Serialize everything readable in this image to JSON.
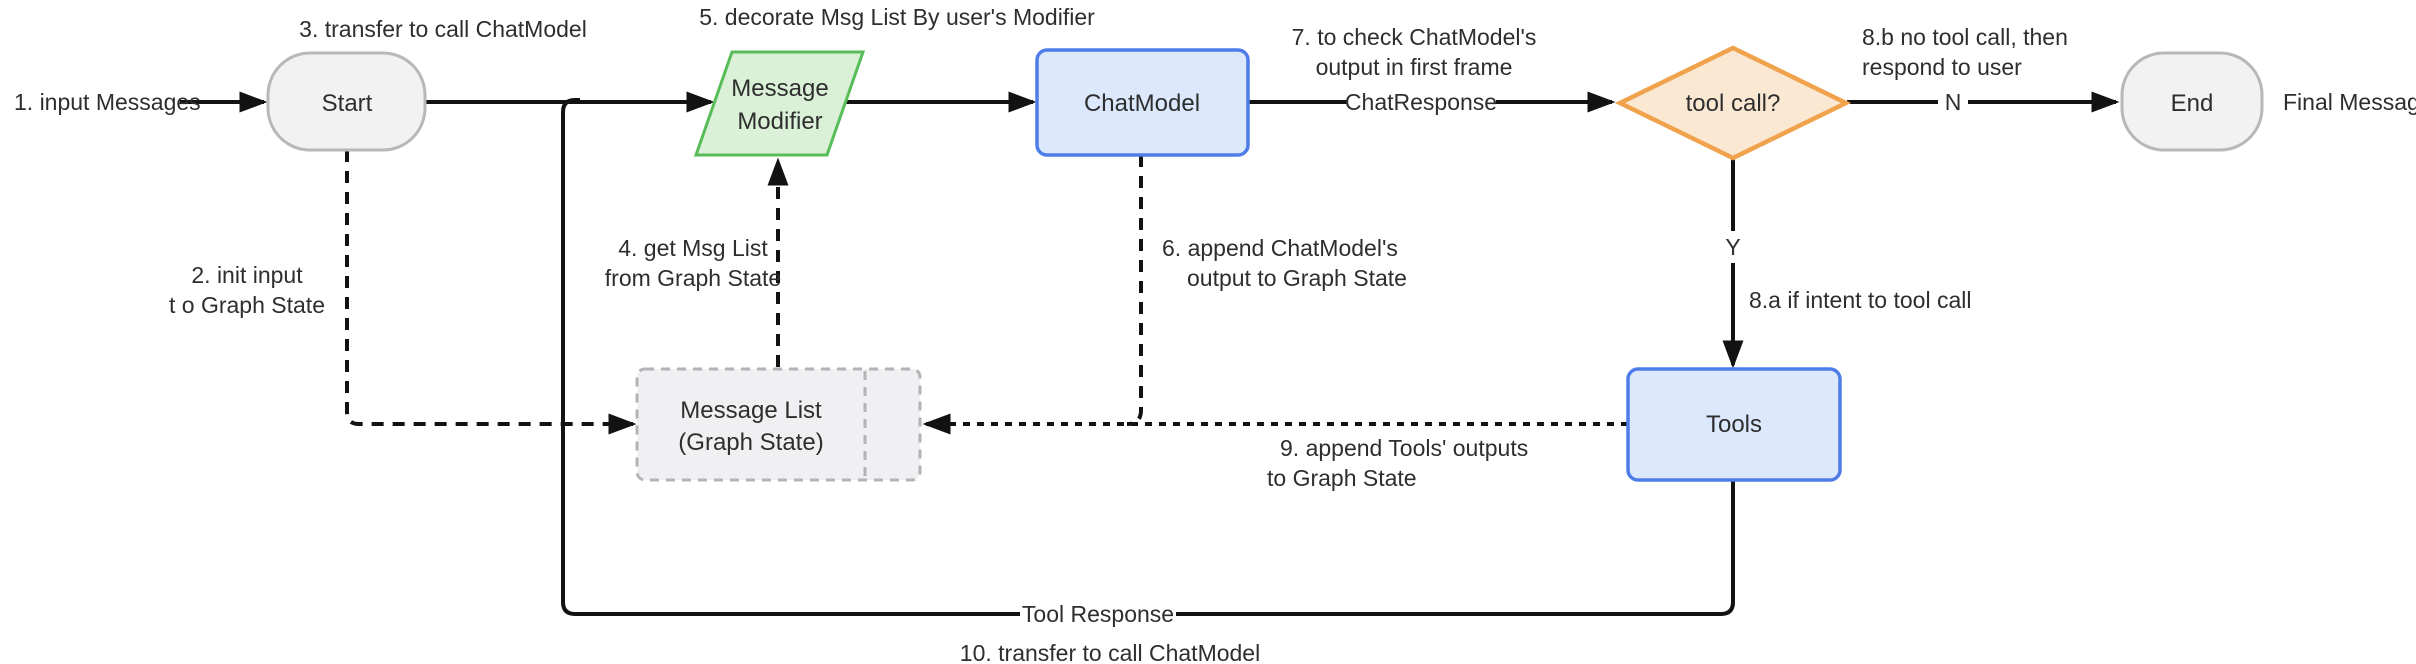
{
  "diagram": {
    "nodes": {
      "start": {
        "label": "Start"
      },
      "message_modifier": {
        "line1": "Message",
        "line2": "Modifier"
      },
      "chat_model": {
        "label": "ChatModel"
      },
      "tool_call_decision": {
        "label": "tool call?"
      },
      "end": {
        "label": "End"
      },
      "message_list": {
        "line1": "Message List",
        "line2": "(Graph State)"
      },
      "tools": {
        "label": "Tools"
      }
    },
    "labels": {
      "input_messages": "1. input Messages",
      "init_input_line1": "2. init input",
      "init_input_line2": "t o Graph State",
      "transfer_call": "3. transfer to call ChatModel",
      "get_msg_line1": "4. get Msg List",
      "get_msg_line2": "from Graph State",
      "decorate": "5. decorate Msg List By user's Modifier",
      "append_chatmodel_line1": "6. append ChatModel's",
      "append_chatmodel_line2": "output to Graph State",
      "check_line1": "7. to check ChatModel's",
      "check_line2": "output in first frame",
      "chat_response": "ChatResponse",
      "if_intent_tool_call": "8.a if intent to tool call",
      "no_tool_call_line1": "8.b no tool call, then",
      "no_tool_call_line2": "respond to user",
      "yes": "Y",
      "no": "N",
      "append_tools_line1": "9. append Tools' outputs",
      "append_tools_line2": "to Graph State",
      "tool_response": "Tool Response",
      "transfer_call_2": "10. transfer to  call ChatModel",
      "final_message": "Final Message"
    },
    "colors": {
      "node_gray_fill": "#f2f2f2",
      "node_gray_border": "#b8b8b8",
      "green_fill": "#daf1d7",
      "green_border": "#58bd58",
      "blue_fill": "#dce8fb",
      "blue_border": "#4e7de9",
      "orange_fill": "#fbe8d3",
      "orange_border": "#f1a24c",
      "state_fill": "#f0f0f2",
      "state_border": "#b4b4b6",
      "line": "#121212",
      "text": "#2e2e2e",
      "bg": "#ffffff"
    }
  }
}
